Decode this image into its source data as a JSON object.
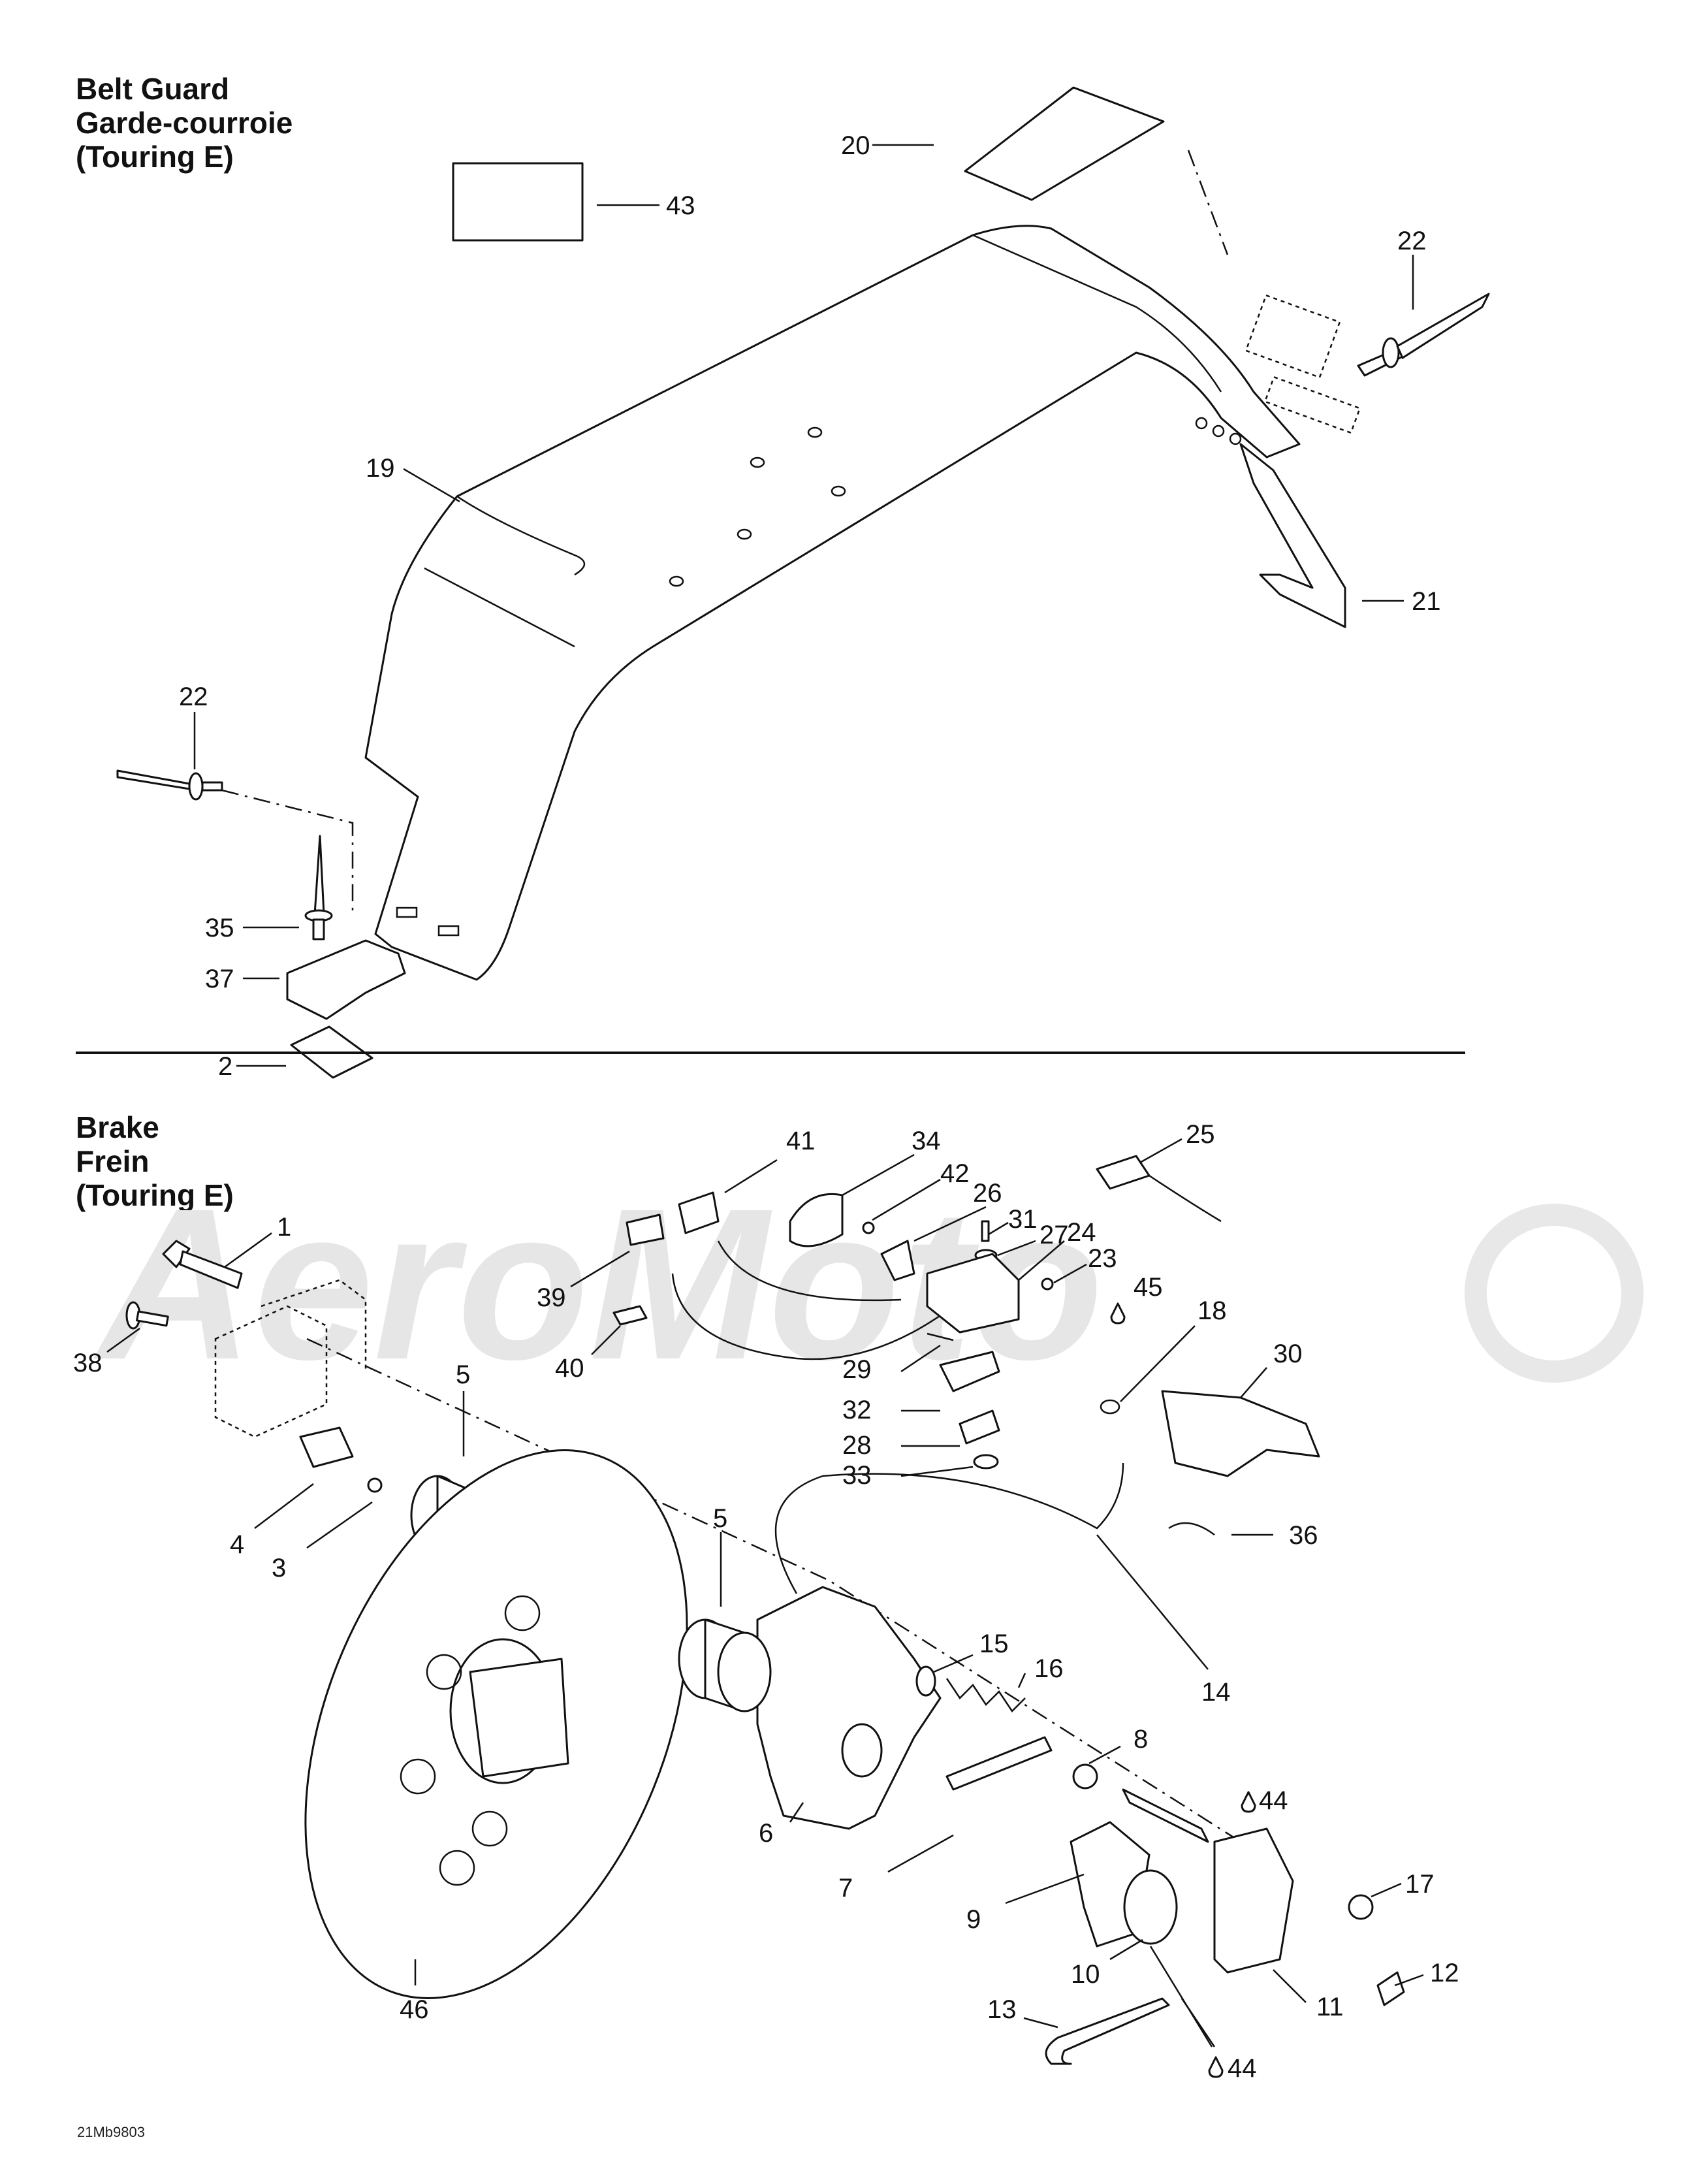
{
  "sections": {
    "belt_guard": {
      "line1": "Belt Guard",
      "line2": "Garde-courroie",
      "line3": "(Touring E)"
    },
    "brake": {
      "line1": "Brake",
      "line2": "Frein",
      "line3": "(Touring E)"
    }
  },
  "diagram_code": "21Mb9803",
  "watermark": "AeroMoto",
  "callouts": {
    "c20": "20",
    "c43": "43",
    "c22a": "22",
    "c19": "19",
    "c21": "21",
    "c22b": "22",
    "c35": "35",
    "c37": "37",
    "c2": "2",
    "c41": "41",
    "c34": "34",
    "c42": "42",
    "c26": "26",
    "c31": "31",
    "c27": "27",
    "c25": "25",
    "c24": "24",
    "c23": "23",
    "c45": "45",
    "c18": "18",
    "c30": "30",
    "c1": "1",
    "c39": "39",
    "c40": "40",
    "c38": "38",
    "c29": "29",
    "c32": "32",
    "c28": "28",
    "c33": "33",
    "c5a": "5",
    "c4": "4",
    "c3": "3",
    "c36": "36",
    "c5b": "5",
    "c15": "15",
    "c16": "16",
    "c14": "14",
    "c8": "8",
    "c44a": "44",
    "c6": "6",
    "c7": "7",
    "c17": "17",
    "c9": "9",
    "c10": "10",
    "c12": "12",
    "c11": "11",
    "c13": "13",
    "c44b": "44",
    "c46": "46"
  }
}
